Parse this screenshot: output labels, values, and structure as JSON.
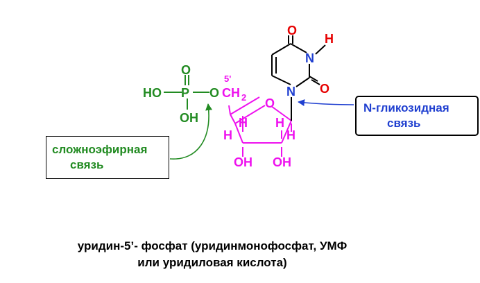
{
  "molecule": {
    "phosphate_group": {
      "o_double": "O",
      "p": "P",
      "ho": "HO",
      "oh": "OH",
      "o_bridge": "O",
      "color": "#228b22"
    },
    "ribose": {
      "position_label": "5'",
      "ch2": "CH",
      "ch2_sub": "2",
      "ring_o": "O",
      "h_labels": [
        "H",
        "H",
        "H",
        "H"
      ],
      "oh_labels": [
        "OH",
        "OH"
      ],
      "color": "#ee11ee"
    },
    "uracil": {
      "o_top": "O",
      "nh_n": "N",
      "nh_h": "H",
      "o_right": "O",
      "n1": "N",
      "o_color": "#e60000",
      "n_color": "#1f3fd0",
      "h_color": "#e60000"
    }
  },
  "labels": {
    "ester_bond": {
      "line1": "сложноэфирная",
      "line2": "связь",
      "color": "#228b22"
    },
    "glycosidic_bond": {
      "line1": "N-гликозидная",
      "line2": "связь",
      "color": "#1f3fd0"
    }
  },
  "caption": {
    "line1": "уридин-5’- фосфат (уридинмонофосфат, УМФ",
    "line2": "или уридиловая кислота)"
  }
}
